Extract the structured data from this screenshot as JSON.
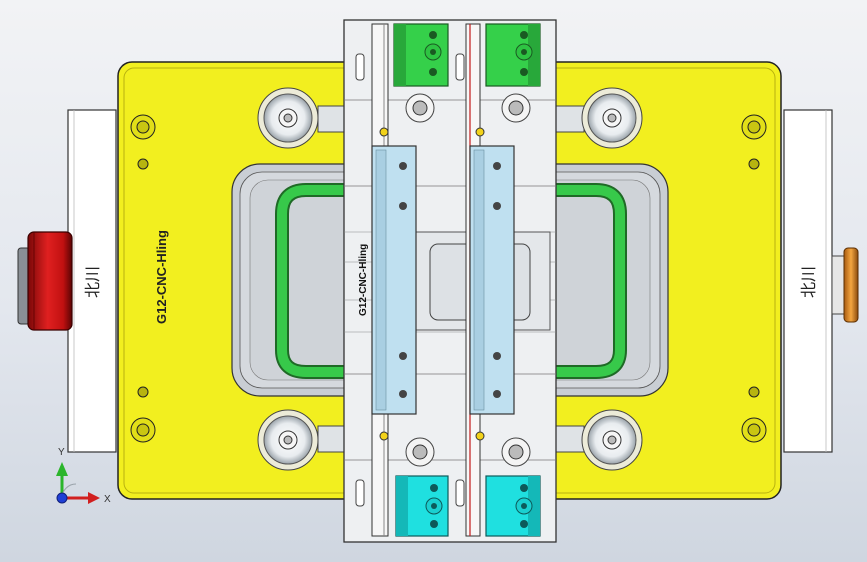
{
  "model": {
    "part_label": "G12-CNC-Hling",
    "insert_label": "G12-CNC-Hling",
    "side_label_left": "北川",
    "side_label_right": "北川"
  },
  "triad": {
    "x_label": "X",
    "y_label": "Y"
  },
  "colors": {
    "base_plate": "#f2ef1f",
    "clamp_green": "#35d04a",
    "clamp_cyan": "#1fe0e0",
    "slide_blue": "#bfe0f0",
    "left_knob": "#d81a1a",
    "right_knob": "#e39427"
  }
}
